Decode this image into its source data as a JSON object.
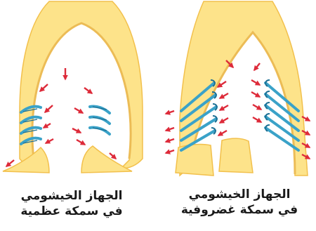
{
  "panels": {
    "bony_fish": {
      "caption_line1": "الجهاز الخيشومي",
      "caption_line2": "في سمكة عظمية"
    },
    "cartilaginous_fish": {
      "caption_line1": "الجهاز الخيشومي",
      "caption_line2": "في سمكة غضروفية"
    }
  },
  "colors": {
    "body_fill": "#fde38a",
    "body_edge": "#f2c04c",
    "inner_dark": "#ecbc56",
    "water_arrow": "#dd2b3a",
    "gill_filament": "#3aa2c8",
    "gill_dark": "#1c6f93",
    "background": "#ffffff"
  },
  "icons": [
    "water-flow-arrow-icon",
    "gill-filament-icon"
  ]
}
